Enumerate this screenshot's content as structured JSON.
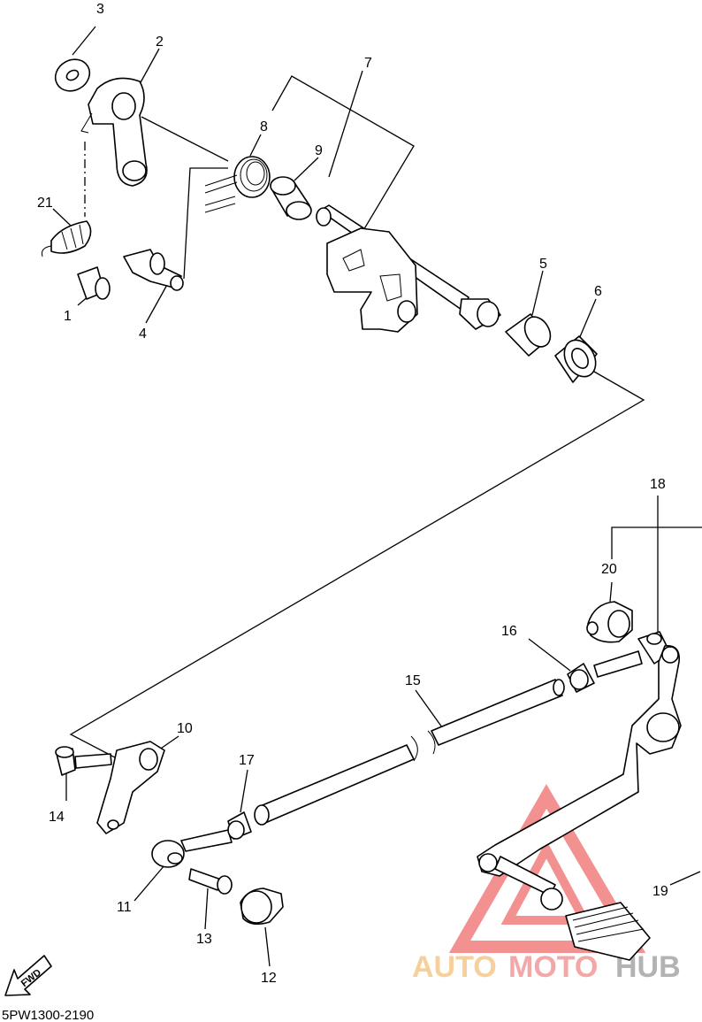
{
  "diagram_code": "5PW1300-2190",
  "fwd_label": "FWD",
  "watermark": {
    "part1": "AUTO",
    "part2": "MOTO",
    "part3": "HUB",
    "color1": "#f5c07a",
    "color2": "#f08a8a",
    "color3": "#9a9a9a",
    "triangle_color": "#ef6b6b"
  },
  "part_labels": [
    "1",
    "2",
    "3",
    "4",
    "5",
    "6",
    "7",
    "8",
    "9",
    "10",
    "11",
    "12",
    "13",
    "14",
    "15",
    "16",
    "17",
    "18",
    "19",
    "20",
    "21"
  ]
}
